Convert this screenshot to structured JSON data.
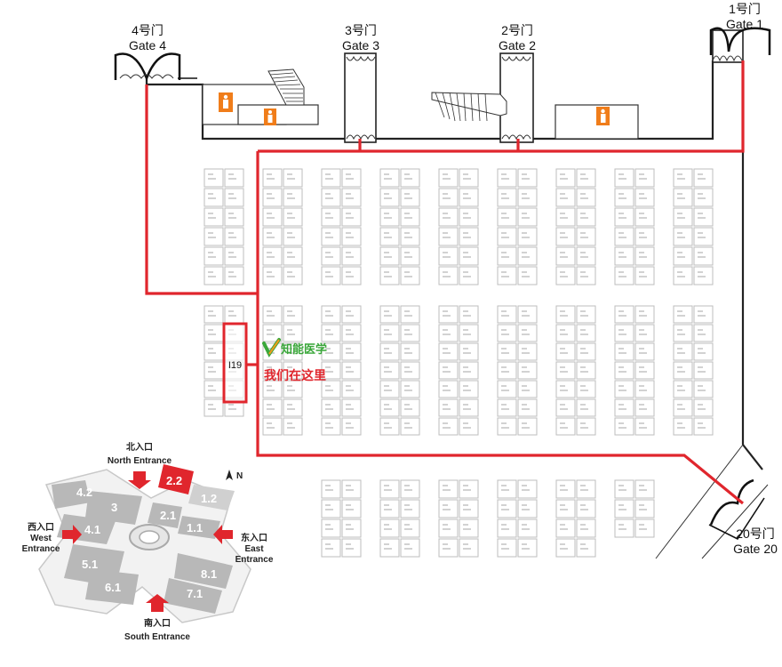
{
  "gates": [
    {
      "id": "gate4",
      "cn": "4号门",
      "en": "Gate 4"
    },
    {
      "id": "gate3",
      "cn": "3号门",
      "en": "Gate 3"
    },
    {
      "id": "gate2",
      "cn": "2号门",
      "en": "Gate 2"
    },
    {
      "id": "gate1",
      "cn": "1号门",
      "en": "Gate 1"
    },
    {
      "id": "gate20",
      "cn": "20号门",
      "en": "Gate 20"
    }
  ],
  "booth": {
    "code": "I19"
  },
  "brand": {
    "name": "知能医学",
    "tagline": "我们在这里"
  },
  "minimap": {
    "compass": "N",
    "entrances": {
      "north": {
        "cn": "北入口",
        "en": "North Entrance"
      },
      "west": {
        "cn": "西入口",
        "en": "West",
        "en2": "Entrance"
      },
      "east": {
        "cn": "东入口",
        "en": "East",
        "en2": "Entrance"
      },
      "south": {
        "cn": "南入口",
        "en": "South Entrance"
      }
    },
    "halls": {
      "h42": "4.2",
      "h3": "3",
      "h41": "4.1",
      "h22": "2.2",
      "h21": "2.1",
      "h12": "1.2",
      "h11": "1.1",
      "h51": "5.1",
      "h61": "6.1",
      "h81": "8.1",
      "h71": "7.1"
    }
  },
  "colors": {
    "route": "#e0262d",
    "restroom": "#f07d1a",
    "highlight_hall": "#e0262d"
  }
}
